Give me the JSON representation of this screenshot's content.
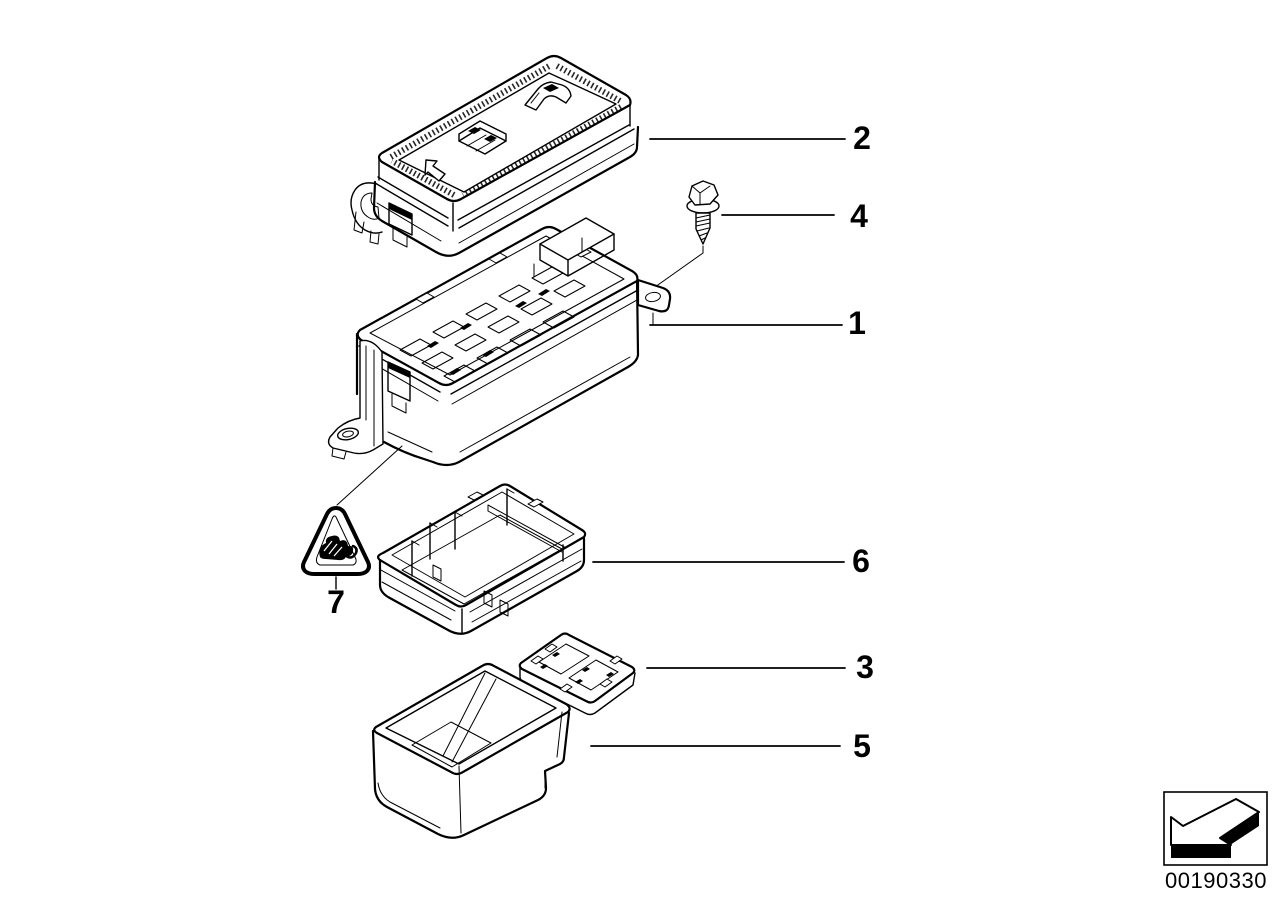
{
  "diagram": {
    "background_color": "#ffffff",
    "line_color": "#000000",
    "callouts": [
      {
        "part": "fuse-carrier",
        "label": "1"
      },
      {
        "part": "cover",
        "label": "2"
      },
      {
        "part": "relay-frame",
        "label": "3"
      },
      {
        "part": "screw",
        "label": "4"
      },
      {
        "part": "tray",
        "label": "5"
      },
      {
        "part": "lower-housing",
        "label": "6"
      },
      {
        "part": "warning-symbol",
        "label": "7"
      }
    ],
    "icons": {
      "stamp_arrow": "page-flip-arrow-icon",
      "cover_arrow": "open-direction-arrow-icon",
      "cover_fuse": "fuse-icon",
      "cover_puller": "fuse-puller-icon",
      "warning_triangle": "crush-hazard-triangle-icon"
    },
    "stamp": {
      "code": "00190330"
    }
  }
}
